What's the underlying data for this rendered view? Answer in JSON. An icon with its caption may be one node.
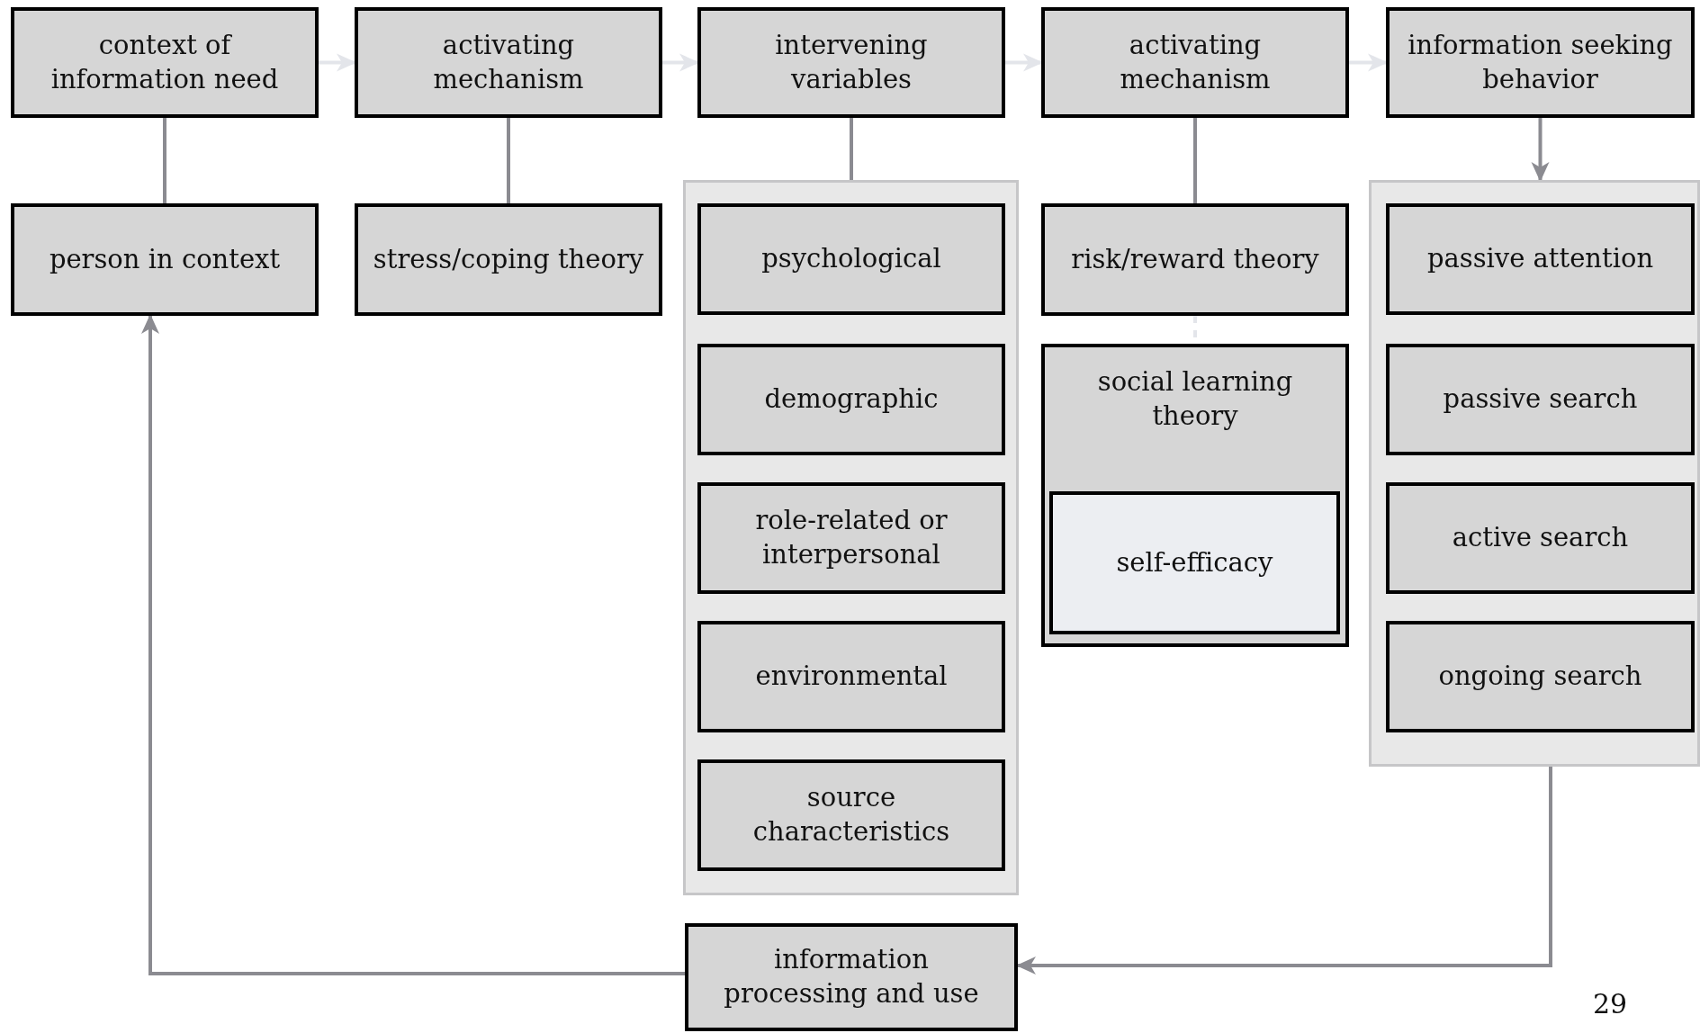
{
  "diagram": {
    "nodes": [
      {
        "text": [
          "context of information need"
        ]
      },
      {
        "text": [
          "activating mechanism"
        ]
      },
      {
        "text": [
          "intervening variables"
        ]
      },
      {
        "text": [
          "activating mechanism"
        ]
      },
      {
        "text": [
          "information seeking behavior"
        ]
      },
      {
        "text": [
          "person in context"
        ]
      },
      {
        "text": [
          "stress/coping theory"
        ]
      },
      {
        "text": [],
        "shape": "box"
      },
      {
        "text": [
          "psychological"
        ],
        "in": 7
      },
      {
        "text": [
          "demographic"
        ],
        "in": 7
      },
      {
        "text": [
          "role-related or interpersonal"
        ],
        "in": 7
      },
      {
        "text": [
          "environmental"
        ],
        "in": 7
      },
      {
        "text": [
          "source characteristics"
        ],
        "in": 7
      },
      {
        "text": [
          "risk/reward theory"
        ]
      },
      {
        "text": [
          "social learning theory"
        ]
      },
      {
        "text": [
          "self-efficacy"
        ],
        "in": 14
      },
      {
        "text": [],
        "shape": "box"
      },
      {
        "text": [
          "passive attention"
        ],
        "in": 16
      },
      {
        "text": [
          "passive search"
        ],
        "in": 16
      },
      {
        "text": [
          "active search"
        ],
        "in": 16
      },
      {
        "text": [
          "ongoing search"
        ],
        "in": 16
      },
      {
        "text": [
          "information processing and use"
        ]
      }
    ],
    "edges": [
      {
        "from": 0,
        "to": 1,
        "arrow": "to",
        "color": "#e3e5ea"
      },
      {
        "from": 1,
        "to": 2,
        "arrow": "to",
        "color": "#e3e5ea"
      },
      {
        "from": 2,
        "to": 3,
        "arrow": "to",
        "color": "#e3e5ea"
      },
      {
        "from": 3,
        "to": 4,
        "arrow": "to",
        "color": "#e3e5ea"
      },
      {
        "from": 0,
        "to": 5,
        "arrow": "none"
      },
      {
        "from": 1,
        "to": 6,
        "arrow": "none"
      },
      {
        "from": 2,
        "to": 7,
        "arrow": "none"
      },
      {
        "from": 3,
        "to": 13,
        "arrow": "none"
      },
      {
        "from": 13,
        "to": 14,
        "arrow": "none",
        "style": "dashed",
        "color": "#e3e5ea"
      },
      {
        "from": 4,
        "to": 16,
        "arrow": "to"
      },
      {
        "from": 16,
        "to": 21,
        "arrow": "to"
      },
      {
        "from": 21,
        "to": 5,
        "arrow": "to"
      }
    ],
    "labels": [
      "29"
    ]
  }
}
